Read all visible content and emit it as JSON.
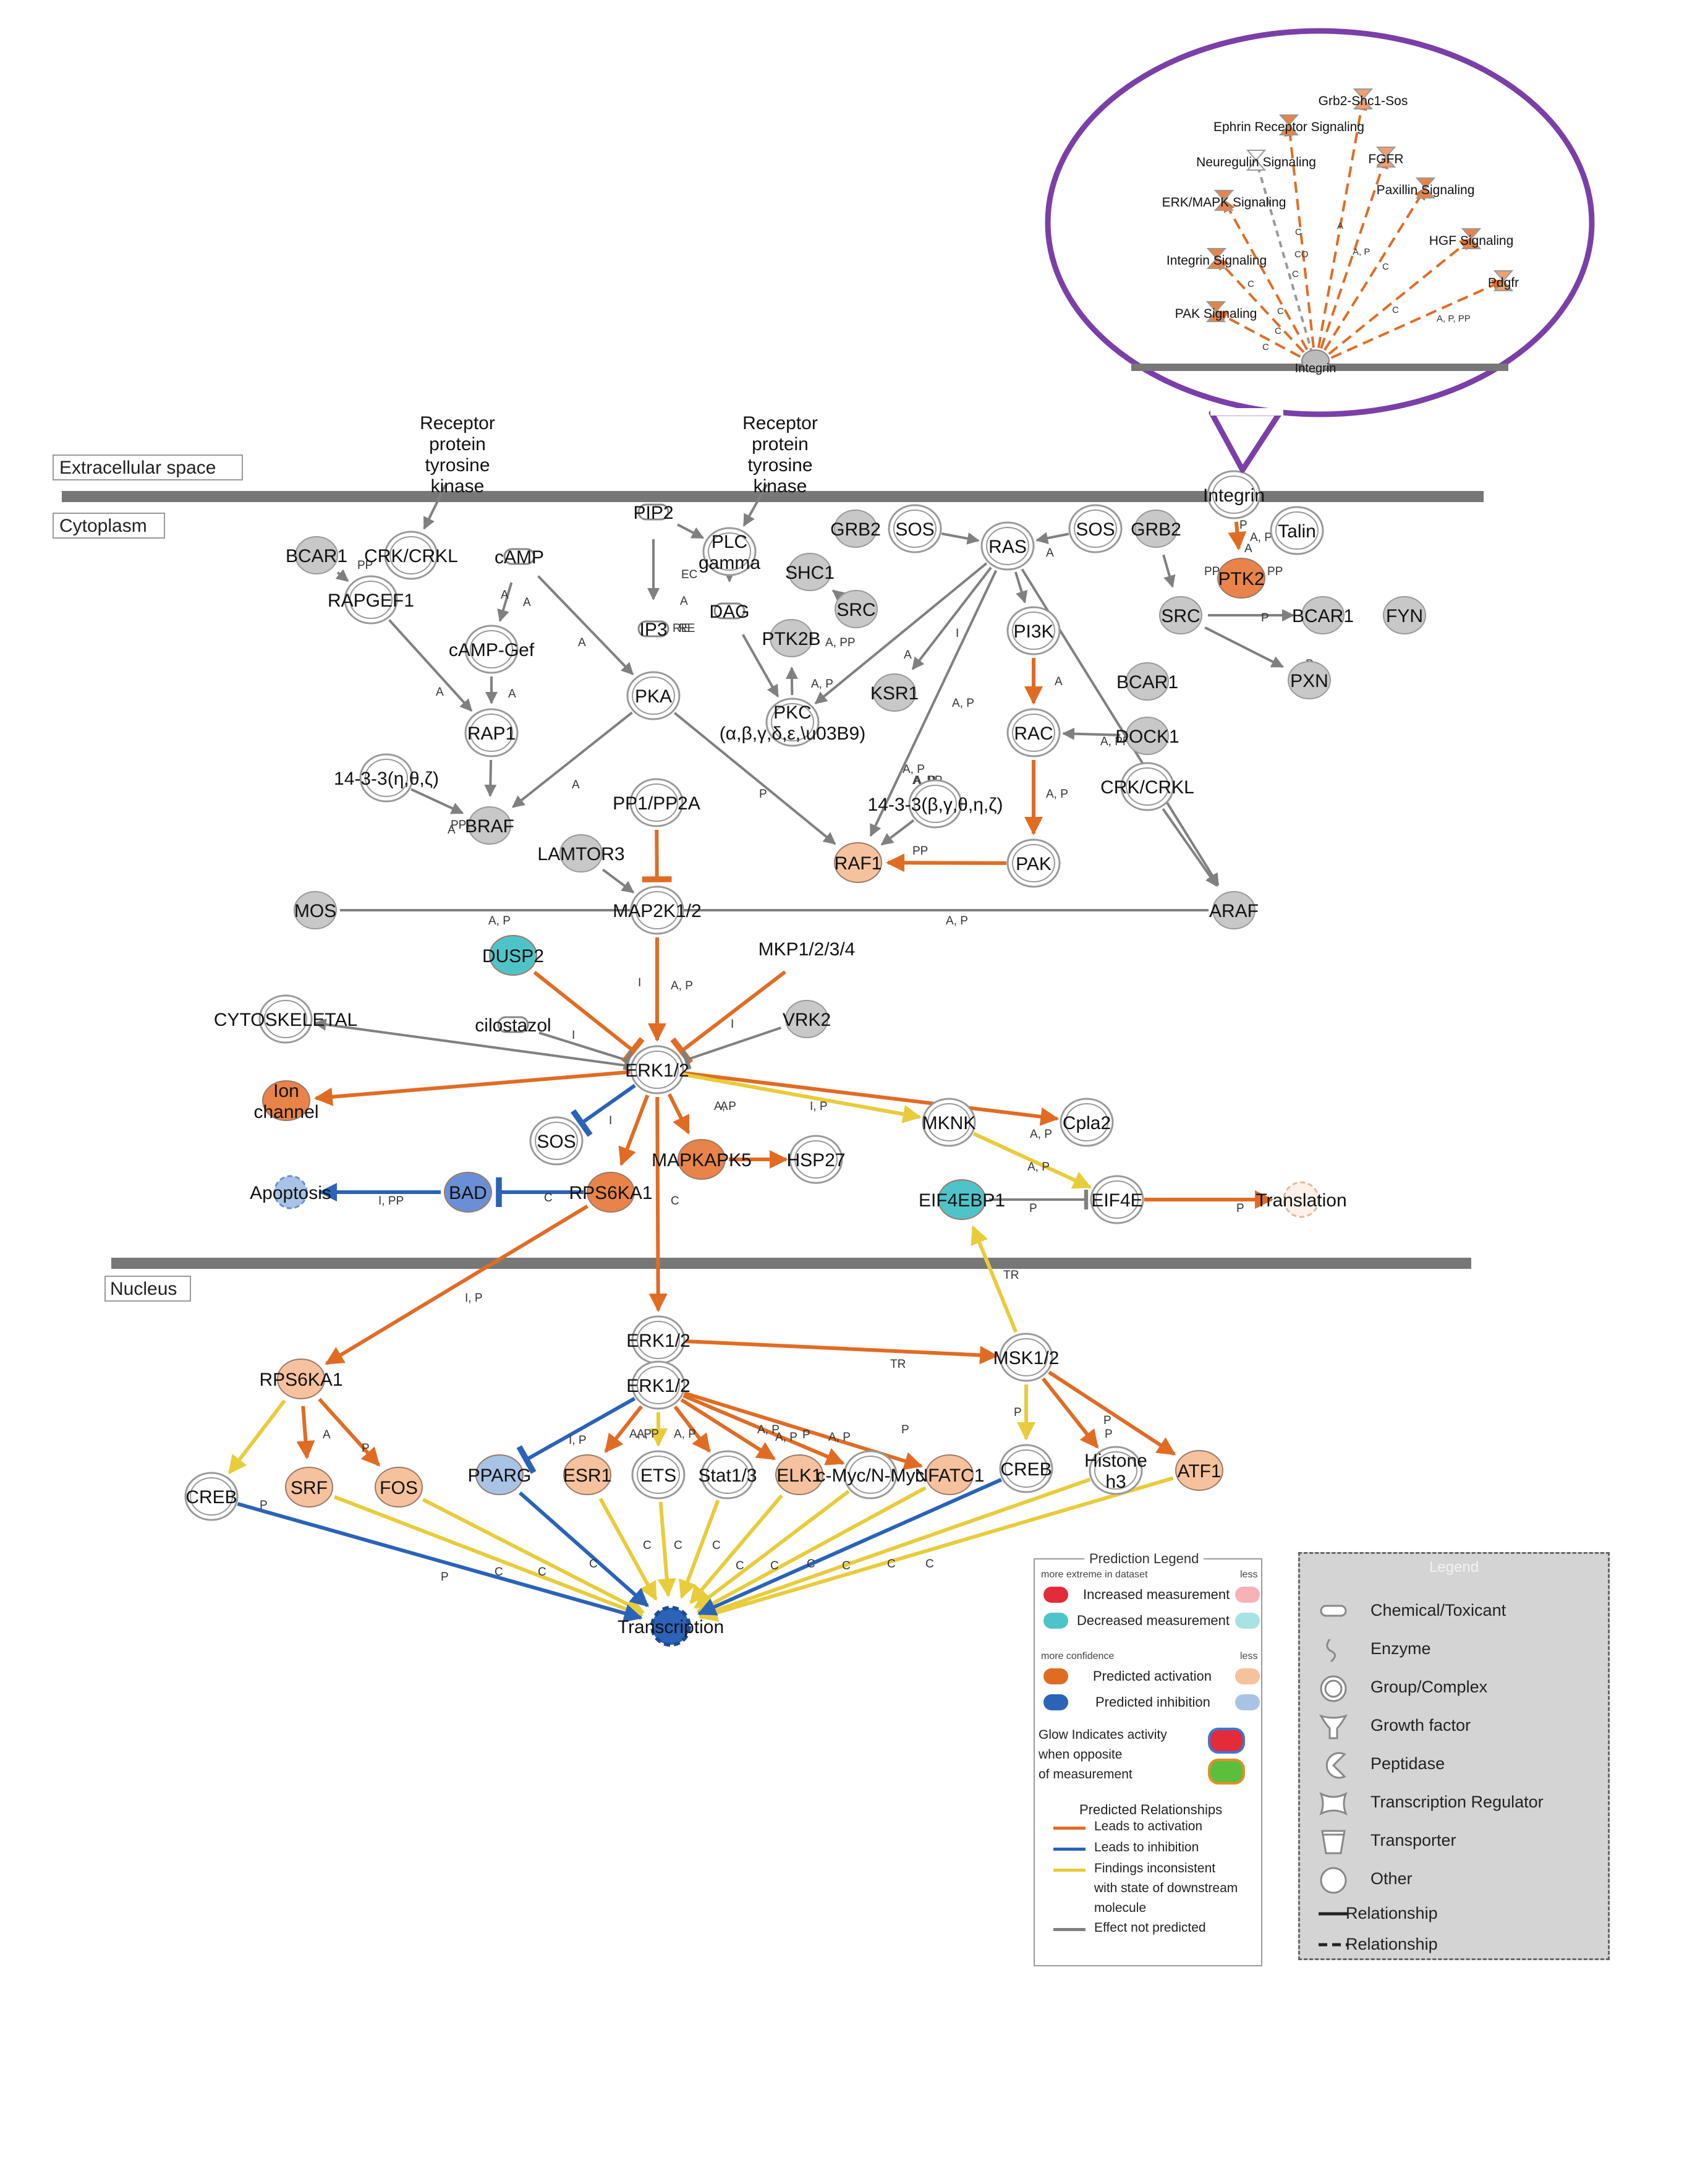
{
  "compartments": {
    "extracellular": "Extracellular space",
    "cytoplasm": "Cytoplasm",
    "nucleus": "Nucleus"
  },
  "colors": {
    "activation": "#e06c24",
    "inhibition": "#2a63b8",
    "inconsistent": "#e8cc3a",
    "not_predicted": "#808080",
    "purple_callout": "#7a3fa8",
    "gray_node": "#c8c8c8"
  },
  "nodes": [
    {
      "id": "rtk1",
      "label": "Receptor\nprotein\ntyrosine\nkinase",
      "fill": "none"
    },
    {
      "id": "rtk2",
      "label": "Receptor\nprotein\ntyrosine\nkinase",
      "fill": "none"
    },
    {
      "id": "integrin",
      "label": "Integrin",
      "fill": "white"
    },
    {
      "id": "bcar1a",
      "label": "BCAR1",
      "fill": "gray"
    },
    {
      "id": "crk1",
      "label": "CRK/CRKL",
      "fill": "white"
    },
    {
      "id": "rapgef1",
      "label": "RAPGEF1",
      "fill": "gray"
    },
    {
      "id": "camp",
      "label": "cAMP",
      "fill": "white"
    },
    {
      "id": "campgef",
      "label": "cAMP-Gef",
      "fill": "white"
    },
    {
      "id": "rap1",
      "label": "RAP1",
      "fill": "white"
    },
    {
      "id": "pka",
      "label": "PKA",
      "fill": "white"
    },
    {
      "id": "pip2",
      "label": "PIP2",
      "fill": "white"
    },
    {
      "id": "ip3",
      "label": "IP3",
      "fill": "white"
    },
    {
      "id": "dag",
      "label": "DAG",
      "fill": "white"
    },
    {
      "id": "plc",
      "label": "PLC\ngamma",
      "fill": "white"
    },
    {
      "id": "grb2a",
      "label": "GRB2",
      "fill": "gray"
    },
    {
      "id": "sosa",
      "label": "SOS",
      "fill": "white"
    },
    {
      "id": "shc1",
      "label": "SHC1",
      "fill": "gray"
    },
    {
      "id": "srca",
      "label": "SRC",
      "fill": "gray"
    },
    {
      "id": "ptk2b",
      "label": "PTK2B",
      "fill": "gray"
    },
    {
      "id": "pkc",
      "label": "PKC\n(α,β,γ,δ,ε,\\u03B9)",
      "fill": "white"
    },
    {
      "id": "ksr1",
      "label": "KSR1",
      "fill": "gray"
    },
    {
      "id": "ras",
      "label": "RAS",
      "fill": "white"
    },
    {
      "id": "sosb",
      "label": "SOS",
      "fill": "white"
    },
    {
      "id": "grb2b",
      "label": "GRB2",
      "fill": "gray"
    },
    {
      "id": "talin",
      "label": "Talin",
      "fill": "white"
    },
    {
      "id": "ptk2",
      "label": "PTK2",
      "fill": "orange"
    },
    {
      "id": "srcb",
      "label": "SRC",
      "fill": "gray"
    },
    {
      "id": "bcar1b",
      "label": "BCAR1",
      "fill": "gray"
    },
    {
      "id": "fyn",
      "label": "FYN",
      "fill": "gray"
    },
    {
      "id": "pxn",
      "label": "PXN",
      "fill": "gray"
    },
    {
      "id": "pi3k",
      "label": "PI3K",
      "fill": "white"
    },
    {
      "id": "rac",
      "label": "RAC",
      "fill": "white"
    },
    {
      "id": "bcar1c",
      "label": "BCAR1",
      "fill": "gray"
    },
    {
      "id": "dock1",
      "label": "DOCK1",
      "fill": "gray"
    },
    {
      "id": "crk2",
      "label": "CRK/CRKL",
      "fill": "white"
    },
    {
      "id": "pak",
      "label": "PAK",
      "fill": "white"
    },
    {
      "id": "raf1",
      "label": "RAF1",
      "fill": "lightorange"
    },
    {
      "id": "f1433b",
      "label": "14-3-3(β,γ,θ,η,ζ)",
      "fill": "white"
    },
    {
      "id": "f1433a",
      "label": "14-3-3(η,θ,ζ)",
      "fill": "white"
    },
    {
      "id": "braf",
      "label": "BRAF",
      "fill": "gray"
    },
    {
      "id": "pp1",
      "label": "PP1/PP2A",
      "fill": "white"
    },
    {
      "id": "lamtor3",
      "label": "LAMTOR3",
      "fill": "gray"
    },
    {
      "id": "map2k",
      "label": "MAP2K1/2",
      "fill": "white"
    },
    {
      "id": "mos",
      "label": "MOS",
      "fill": "gray"
    },
    {
      "id": "araf",
      "label": "ARAF",
      "fill": "gray"
    },
    {
      "id": "dusp2",
      "label": "DUSP2",
      "fill": "cyan"
    },
    {
      "id": "mkp",
      "label": "MKP1/2/3/4",
      "fill": "gray"
    },
    {
      "id": "vrk2",
      "label": "VRK2",
      "fill": "gray"
    },
    {
      "id": "cilostazol",
      "label": "cilostazol",
      "fill": "white"
    },
    {
      "id": "cytosk",
      "label": "CYTOSKELETAL",
      "fill": "white"
    },
    {
      "id": "erk",
      "label": "ERK1/2",
      "fill": "white"
    },
    {
      "id": "ionch",
      "label": "Ion\nchannel",
      "fill": "orange"
    },
    {
      "id": "sosc",
      "label": "SOS",
      "fill": "white"
    },
    {
      "id": "mapkapk5",
      "label": "MAPKAPK5",
      "fill": "orange"
    },
    {
      "id": "hsp27",
      "label": "HSP27",
      "fill": "white"
    },
    {
      "id": "mknk",
      "label": "MKNK",
      "fill": "white"
    },
    {
      "id": "cpla2",
      "label": "Cpla2",
      "fill": "white"
    },
    {
      "id": "apoptosis",
      "label": "Apoptosis",
      "fill": "lightblue"
    },
    {
      "id": "bad",
      "label": "BAD",
      "fill": "blue"
    },
    {
      "id": "rps6ka1a",
      "label": "RPS6KA1",
      "fill": "orange"
    },
    {
      "id": "eif4ebp1",
      "label": "EIF4EBP1",
      "fill": "cyan"
    },
    {
      "id": "eif4e",
      "label": "EIF4E",
      "fill": "white"
    },
    {
      "id": "translation",
      "label": "Translation",
      "fill": "white"
    },
    {
      "id": "rps6ka1b",
      "label": "RPS6KA1",
      "fill": "lightorange"
    },
    {
      "id": "erkn1",
      "label": "ERK1/2",
      "fill": "white"
    },
    {
      "id": "erkn2",
      "label": "ERK1/2",
      "fill": "white"
    },
    {
      "id": "msk",
      "label": "MSK1/2",
      "fill": "white"
    },
    {
      "id": "creba",
      "label": "CREB",
      "fill": "white"
    },
    {
      "id": "srf",
      "label": "SRF",
      "fill": "lightorange"
    },
    {
      "id": "fos",
      "label": "FOS",
      "fill": "lightorange"
    },
    {
      "id": "pparg",
      "label": "PPARG",
      "fill": "lightblue"
    },
    {
      "id": "esr1",
      "label": "ESR1",
      "fill": "lightorange"
    },
    {
      "id": "ets",
      "label": "ETS",
      "fill": "white"
    },
    {
      "id": "stat",
      "label": "Stat1/3",
      "fill": "white"
    },
    {
      "id": "elk1",
      "label": "ELK1",
      "fill": "lightorange"
    },
    {
      "id": "myc",
      "label": "c-Myc/N-Myc",
      "fill": "white"
    },
    {
      "id": "nfatc1",
      "label": "NFATC1",
      "fill": "lightorange"
    },
    {
      "id": "crebb",
      "label": "CREB",
      "fill": "white"
    },
    {
      "id": "histone",
      "label": "Histone\nh3",
      "fill": "white"
    },
    {
      "id": "atf1",
      "label": "ATF1",
      "fill": "lightorange"
    },
    {
      "id": "transcription",
      "label": "Transcription",
      "fill": "blue"
    }
  ],
  "edge_labels": [
    "PP",
    "A",
    "A",
    "A",
    "A",
    "A",
    "A",
    "A",
    "A",
    "EC",
    "RE",
    "RE",
    "A, PP",
    "A, P",
    "A",
    "I",
    "A, P",
    "A, P",
    "P",
    "A",
    "A",
    "A, PP",
    "A, P",
    "A, P",
    "PP",
    "A, PP",
    "PP",
    "A, P",
    "A, P",
    "I",
    "A, P",
    "I",
    "I",
    "A, P",
    "I",
    "A",
    "I, P",
    "A, P",
    "A, P",
    "P",
    "P",
    "I, PP",
    "C",
    "C",
    "I, P",
    "TR",
    "TR",
    "P",
    "P",
    "A, P",
    "I, P",
    "A, P",
    "A, P",
    "A, P",
    "A, P",
    "A, P",
    "P",
    "P",
    "P",
    "P",
    "A",
    "P",
    "C",
    "C",
    "C",
    "C",
    "C",
    "C",
    "C",
    "C",
    "C",
    "C",
    "C",
    "C",
    "A",
    "P",
    "PP",
    "A, P",
    "PP",
    "P",
    "P",
    "P"
  ],
  "inset": {
    "hub": "Integrin",
    "targets": [
      "Grb2-Shc1-Sos",
      "Ephrin Receptor Signaling",
      "Neuregulin Signaling",
      "FGFR",
      "ERK/MAPK Signaling",
      "Paxillin Signaling",
      "Integrin Signaling",
      "HGF Signaling",
      "Pdgfr",
      "PAK Signaling"
    ],
    "edge_labels": [
      "C",
      "C",
      "CO",
      "C",
      "A",
      "A, P",
      "C",
      "C",
      "A, P, PP",
      "C",
      "C",
      "C"
    ]
  },
  "pred_legend": {
    "title": "Prediction Legend",
    "extreme_label": "more extreme in dataset",
    "less1": "less",
    "increased": "Increased measurement",
    "decreased": "Decreased measurement",
    "confidence_label": "more confidence",
    "less2": "less",
    "pred_activation": "Predicted activation",
    "pred_inhibition": "Predicted inhibition",
    "glow_line1": "Glow Indicates activity",
    "glow_line2": "when opposite",
    "glow_line3": "of measurement",
    "rel_title": "Predicted Relationships",
    "rel_activation": "Leads to activation",
    "rel_inhibition": "Leads to inhibition",
    "rel_inconsistent1": "Findings inconsistent",
    "rel_inconsistent2": "with state of downstream",
    "rel_inconsistent3": "molecule",
    "rel_not_predicted": "Effect not predicted"
  },
  "type_legend": {
    "title": "Legend",
    "items": [
      "Chemical/Toxicant",
      "Enzyme",
      "Group/Complex",
      "Growth factor",
      "Peptidase",
      "Transcription Regulator",
      "Transporter",
      "Other",
      "Relationship",
      "Relationship"
    ]
  }
}
